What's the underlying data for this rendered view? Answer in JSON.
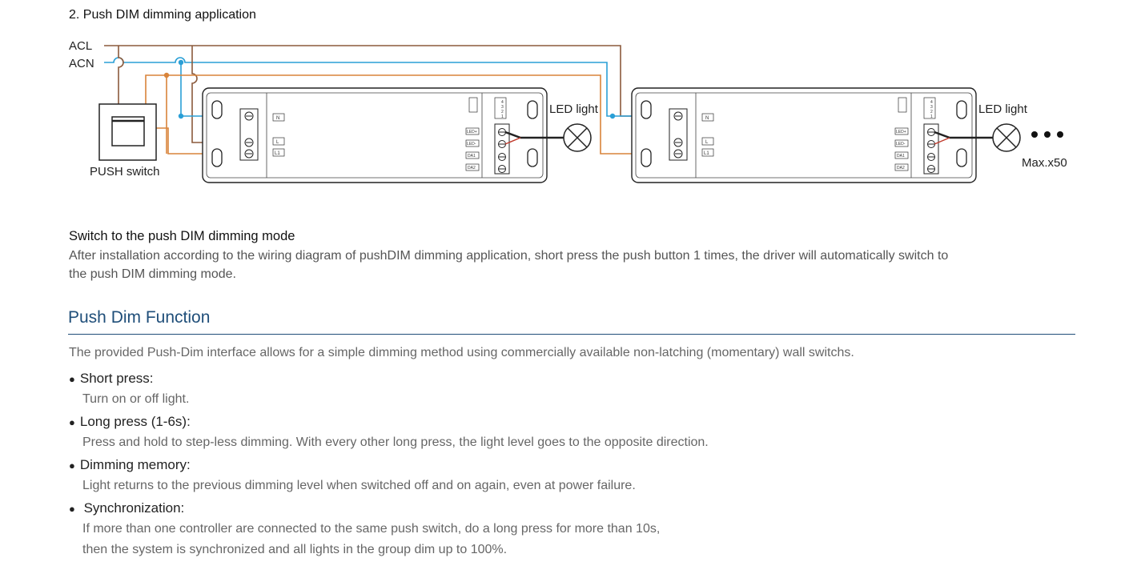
{
  "diagram": {
    "heading": "2. Push DIM dimming application",
    "acl_label": "ACL",
    "acn_label": "ACN",
    "switch_label": "PUSH switch",
    "led_label_1": "LED  light",
    "led_label_2": "LED  light",
    "max_label": "Max.x50",
    "colors": {
      "brown": "#8b5a3c",
      "orange": "#d9843a",
      "blue": "#2a9fd6"
    },
    "terminal_labels": {
      "n": "N",
      "l": "L",
      "l1": "L1",
      "led_plus": "LED+",
      "led_minus": "LED-",
      "da1": "DA1",
      "da2": "DA2"
    },
    "dip_numbers": [
      "4",
      "3",
      "2",
      "1"
    ]
  },
  "mode": {
    "title": "Switch to the push DIM dimming mode",
    "line1": " After installation according to the wiring diagram of pushDIM dimming application, short press the push button 1 times, the driver will automatically  switch to",
    "line2": "the push DIM dimming mode."
  },
  "function": {
    "title": "Push Dim Function",
    "intro": "The provided Push-Dim interface allows for a simple dimming method using commercially available non-latching (momentary) wall switchs.",
    "items": [
      {
        "head": "Short press:",
        "body": [
          "Turn on or off light."
        ]
      },
      {
        "head": "Long press (1-6s):",
        "body": [
          "Press and hold to step-less dimming. With every other long press, the light level goes to the opposite direction."
        ]
      },
      {
        "head": "Dimming memory:",
        "body": [
          "Light returns to the previous dimming level when switched off and on again, even at power failure."
        ]
      },
      {
        "head": " Synchronization:",
        "body": [
          "If more than one controller are connected to the same push switch, do a long press for more than 10s,",
          "then the system is synchronized and all lights in the group dim up to 100%."
        ]
      }
    ]
  }
}
